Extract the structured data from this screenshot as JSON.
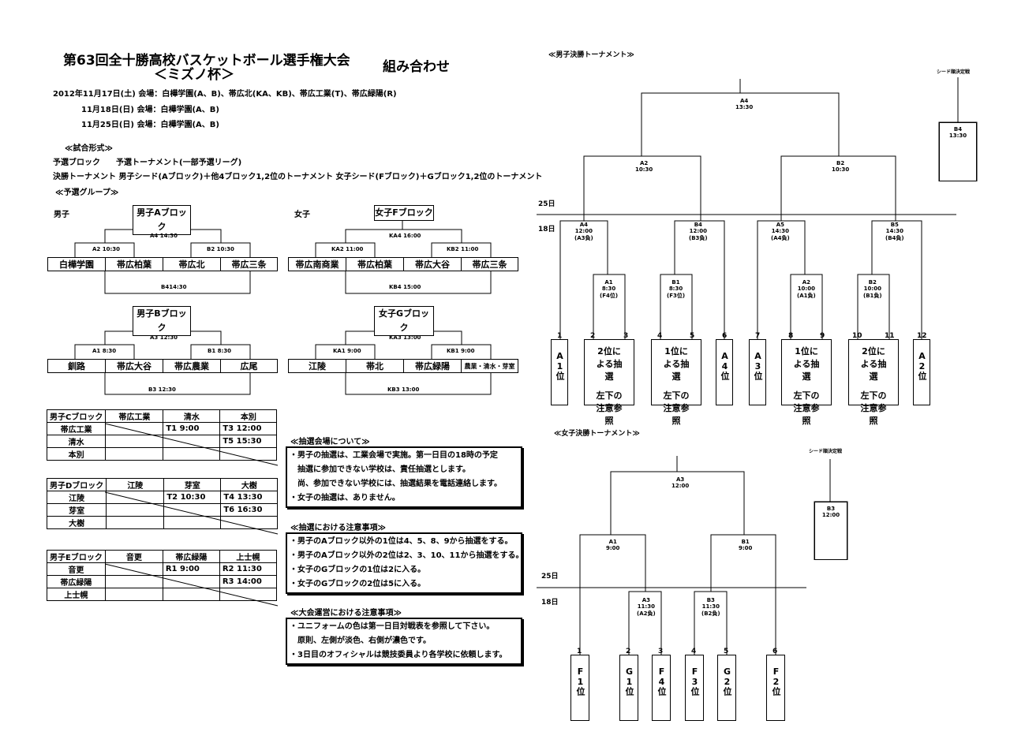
{
  "header": {
    "title_line1": "第63回全十勝高校バスケットボール選手権大会",
    "title_line2": "＜ミズノ杯＞",
    "title_side": "組み合わせ",
    "venue1": "2012年11月17日(土) 会場：白樺学園(A、B)、帯広北(KA、KB)、帯広工業(T)、帯広緑陽(R)",
    "venue2": "11月18日(日) 会場：白樺学園(A、B)",
    "venue3": "11月25日(日) 会場：白樺学園(A、B)"
  },
  "format": {
    "heading": "≪試合形式≫",
    "line1": "予選ブロック　　予選トーナメント(一部予選リーグ)",
    "line2": "決勝トーナメント 男子シード(Aブロック)＋他4ブロック1,2位のトーナメント 女子シード(Fブロック)＋Gブロック1,2位のトーナメント",
    "groups_heading": "≪予選グループ≫"
  },
  "boys_label": "男子",
  "girls_label": "女子",
  "blockA": {
    "title": "男子Aブロック",
    "top": "A4 14:30",
    "left": "A2 10:30",
    "right": "B2 10:30",
    "teams": [
      "白樺学園",
      "帯広柏葉",
      "帯広北",
      "帯広三条"
    ],
    "bottom": "B414:30"
  },
  "blockB": {
    "title": "男子Bブロック",
    "top": "A3 12:30",
    "left": "A1 8:30",
    "right": "B1 8:30",
    "teams": [
      "釧路",
      "帯広大谷",
      "帯広農業",
      "広尾"
    ],
    "bottom": "B3 12:30"
  },
  "blockF": {
    "title": "女子Fブロック",
    "top": "KA4 16:00",
    "left": "KA2 11:00",
    "right": "KB2 11:00",
    "teams": [
      "帯広南商業",
      "帯広柏葉",
      "帯広大谷",
      "帯広三条"
    ],
    "bottom": "KB4 15:00"
  },
  "blockG": {
    "title": "女子Gブロック",
    "top": "KA3 13:00",
    "left": "KA1 9:00",
    "right": "KB1 9:00",
    "teams": [
      "江陵",
      "帯北",
      "帯広緑陽",
      "農業・清水・芽室"
    ],
    "bottom": "KB3 13:00"
  },
  "blockC": {
    "headers": [
      "男子Cブロック",
      "帯広工業",
      "清水",
      "本別"
    ],
    "rows": [
      [
        "帯広工業",
        "",
        "T1 9:00",
        "T3 12:00"
      ],
      [
        "清水",
        "",
        "",
        "T5 15:30"
      ],
      [
        "本別",
        "",
        "",
        ""
      ]
    ]
  },
  "blockD": {
    "headers": [
      "男子Dブロック",
      "江陵",
      "芽室",
      "大樹"
    ],
    "rows": [
      [
        "江陵",
        "",
        "T2 10:30",
        "T4 13:30"
      ],
      [
        "芽室",
        "",
        "",
        "T6 16:30"
      ],
      [
        "大樹",
        "",
        "",
        ""
      ]
    ]
  },
  "blockE": {
    "headers": [
      "男子Eブロック",
      "音更",
      "帯広緑陽",
      "上士幌"
    ],
    "rows": [
      [
        "音更",
        "",
        "R1 9:00",
        "R2 11:30"
      ],
      [
        "帯広緑陽",
        "",
        "",
        "R3 14:00"
      ],
      [
        "上士幌",
        "",
        "",
        ""
      ]
    ]
  },
  "note1": {
    "title": "≪抽選会場について≫",
    "lines": [
      "・男子の抽選は、工業会場で実施。第一日目の18時の予定",
      "　抽選に参加できない学校は、責任抽選とします。",
      "　尚、参加できない学校には、抽選結果を電話連絡します。",
      "・女子の抽選は、ありません。"
    ]
  },
  "note2": {
    "title": "≪抽選における注意事項≫",
    "lines": [
      "・男子のAブロック以外の1位は4、5、8、9から抽選をする。",
      "・男子のAブロック以外の2位は2、3、10、11から抽選をする。",
      "・女子のGブロックの1位は2に入る。",
      "・女子のGブロックの2位は5に入る。"
    ]
  },
  "note3": {
    "title": "≪大会運営における注意事項≫",
    "lines": [
      "・ユニフォームの色は第一日目対戦表を参照して下さい。",
      "　原則、左側が淡色、右側が濃色です。",
      "・3日目のオフィシャルは競技委員より各学校に依頼します。"
    ]
  },
  "boys_final": {
    "heading": "≪男子決勝トーナメント≫",
    "seed_label": "シード順決定戦",
    "seed_game": [
      "B4",
      "13:30"
    ],
    "final": [
      "A4",
      "13:30"
    ],
    "semi_left": [
      "A2",
      "10:30"
    ],
    "semi_right": [
      "B2",
      "10:30"
    ],
    "day25": "25日",
    "day18": "18日",
    "qf": [
      [
        "A4",
        "12:00",
        "(A3負)"
      ],
      [
        "B4",
        "12:00",
        "(B3負)"
      ],
      [
        "A5",
        "14:30",
        "(A4負)"
      ],
      [
        "B5",
        "14:30",
        "(B4負)"
      ]
    ],
    "r1": [
      [
        "A1",
        "8:30",
        "(F4位)"
      ],
      [
        "B1",
        "8:30",
        "(F3位)"
      ],
      [
        "A2",
        "10:00",
        "(A1負)"
      ],
      [
        "B2",
        "10:00",
        "(B1負)"
      ]
    ],
    "slots": [
      "1",
      "2",
      "3",
      "4",
      "5",
      "6",
      "7",
      "8",
      "9",
      "10",
      "11",
      "12"
    ],
    "boxes": {
      "a1": "A1位",
      "a4": "A4位",
      "a3": "A3位",
      "a2": "A2位",
      "draw2": "2位による抽選",
      "draw1": "1位による抽選",
      "note_ref": "左下の注意参照"
    }
  },
  "girls_final": {
    "heading": "≪女子決勝トーナメント≫",
    "seed_label": "シード順決定戦",
    "seed_game": [
      "B3",
      "12:00"
    ],
    "final": [
      "A3",
      "12:00"
    ],
    "semi_left": [
      "A1",
      "9:00"
    ],
    "semi_right": [
      "B1",
      "9:00"
    ],
    "day25": "25日",
    "day18": "18日",
    "qf": [
      [
        "A3",
        "11:30",
        "(A2負)"
      ],
      [
        "B3",
        "11:30",
        "(B2負)"
      ]
    ],
    "slots": [
      "1",
      "2",
      "3",
      "4",
      "5",
      "6"
    ],
    "boxes": [
      "F1位",
      "G1位",
      "F4位",
      "F3位",
      "G2位",
      "F2位"
    ]
  }
}
